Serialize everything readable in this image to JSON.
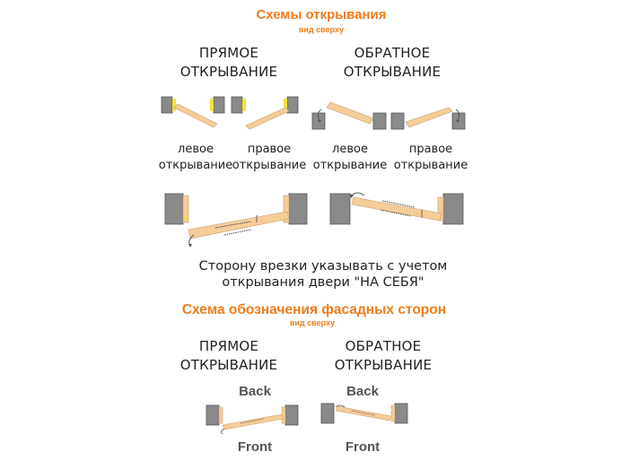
{
  "section1": {
    "title": "Схемы открывания",
    "subtitle": "вид сверху",
    "direct": {
      "line1": "ПРЯМОЕ",
      "line2": "ОТКРЫВАНИЕ"
    },
    "reverse": {
      "line1": "ОБРАТНОЕ",
      "line2": "ОТКРЫВАНИЕ"
    },
    "labels": [
      {
        "line1": "левое",
        "line2": "открывание"
      },
      {
        "line1": "правое",
        "line2": "открывание"
      },
      {
        "line1": "левое",
        "line2": "открывание"
      },
      {
        "line1": "правое",
        "line2": "открывание"
      }
    ],
    "note": {
      "line1": "Сторону врезки указывать с учетом",
      "line2": "открывания двери \"НА СЕБЯ\""
    }
  },
  "section2": {
    "title": "Схема обозначения фасадных сторон",
    "subtitle": "вид сверху",
    "direct": {
      "line1": "ПРЯМОЕ",
      "line2": "ОТКРЫВАНИЕ"
    },
    "reverse": {
      "line1": "ОБРАТНОЕ",
      "line2": "ОТКРЫВАНИЕ"
    },
    "back_label": "Back",
    "front_label": "Front"
  },
  "colors": {
    "accent": "#f07c1c",
    "door_leaf": "#f5cd98",
    "wall": "#8a8a8a",
    "hinge": "#f2e23a"
  }
}
